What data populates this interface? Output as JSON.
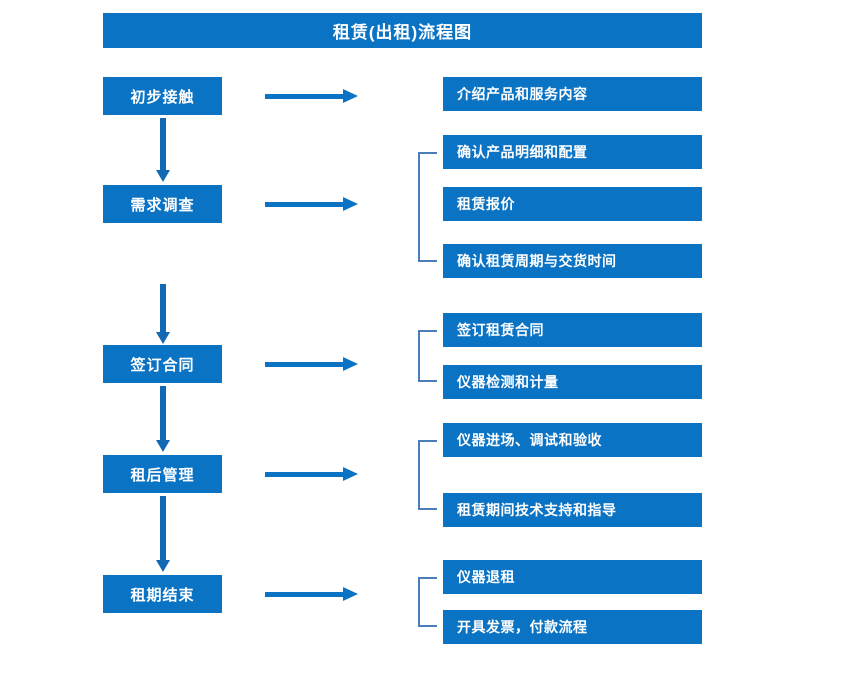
{
  "diagram": {
    "title": "租赁(出租)流程图",
    "accent_color": "#0b73c4",
    "bracket_color": "#4a7ebb",
    "arrow_color": "#1268b3",
    "text_color": "#ffffff",
    "background": "#ffffff",
    "stages": [
      {
        "label": "初步接触"
      },
      {
        "label": "需求调查"
      },
      {
        "label": "签订合同"
      },
      {
        "label": "租后管理"
      },
      {
        "label": "租期结束"
      }
    ],
    "details": [
      {
        "label": "介绍产品和服务内容"
      },
      {
        "label": "确认产品明细和配置"
      },
      {
        "label": "租赁报价"
      },
      {
        "label": "确认租赁周期与交货时间"
      },
      {
        "label": "签订租赁合同"
      },
      {
        "label": "仪器检测和计量"
      },
      {
        "label": "仪器进场、调试和验收"
      },
      {
        "label": "租赁期间技术支持和指导"
      },
      {
        "label": "仪器退租"
      },
      {
        "label": "开具发票，付款流程"
      }
    ],
    "icons": {
      "horizontal_arrow": "arrow-right-icon",
      "vertical_arrow": "arrow-down-icon",
      "group_bracket": "bracket-icon"
    }
  }
}
